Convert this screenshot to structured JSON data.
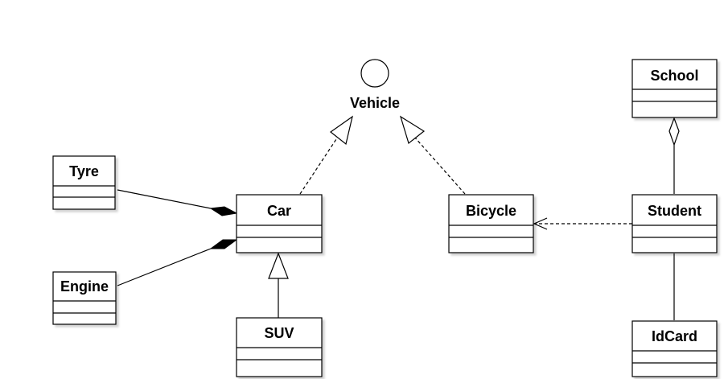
{
  "diagram": {
    "interface": {
      "name": "Vehicle"
    },
    "classes": {
      "tyre": "Tyre",
      "engine": "Engine",
      "car": "Car",
      "suv": "SUV",
      "bicycle": "Bicycle",
      "school": "School",
      "student": "Student",
      "idcard": "IdCard"
    },
    "relations": [
      {
        "type": "composition",
        "from": "Tyre",
        "to": "Car"
      },
      {
        "type": "composition",
        "from": "Engine",
        "to": "Car"
      },
      {
        "type": "generalization",
        "from": "SUV",
        "to": "Car"
      },
      {
        "type": "realization",
        "from": "Car",
        "to": "Vehicle"
      },
      {
        "type": "realization",
        "from": "Bicycle",
        "to": "Vehicle"
      },
      {
        "type": "dependency",
        "from": "Student",
        "to": "Bicycle"
      },
      {
        "type": "aggregation",
        "from": "Student",
        "to": "School"
      },
      {
        "type": "association",
        "from": "Student",
        "to": "IdCard"
      }
    ],
    "colors": {
      "stroke": "#000000",
      "fill": "#ffffff",
      "shadow": "#d9d9d9"
    }
  }
}
